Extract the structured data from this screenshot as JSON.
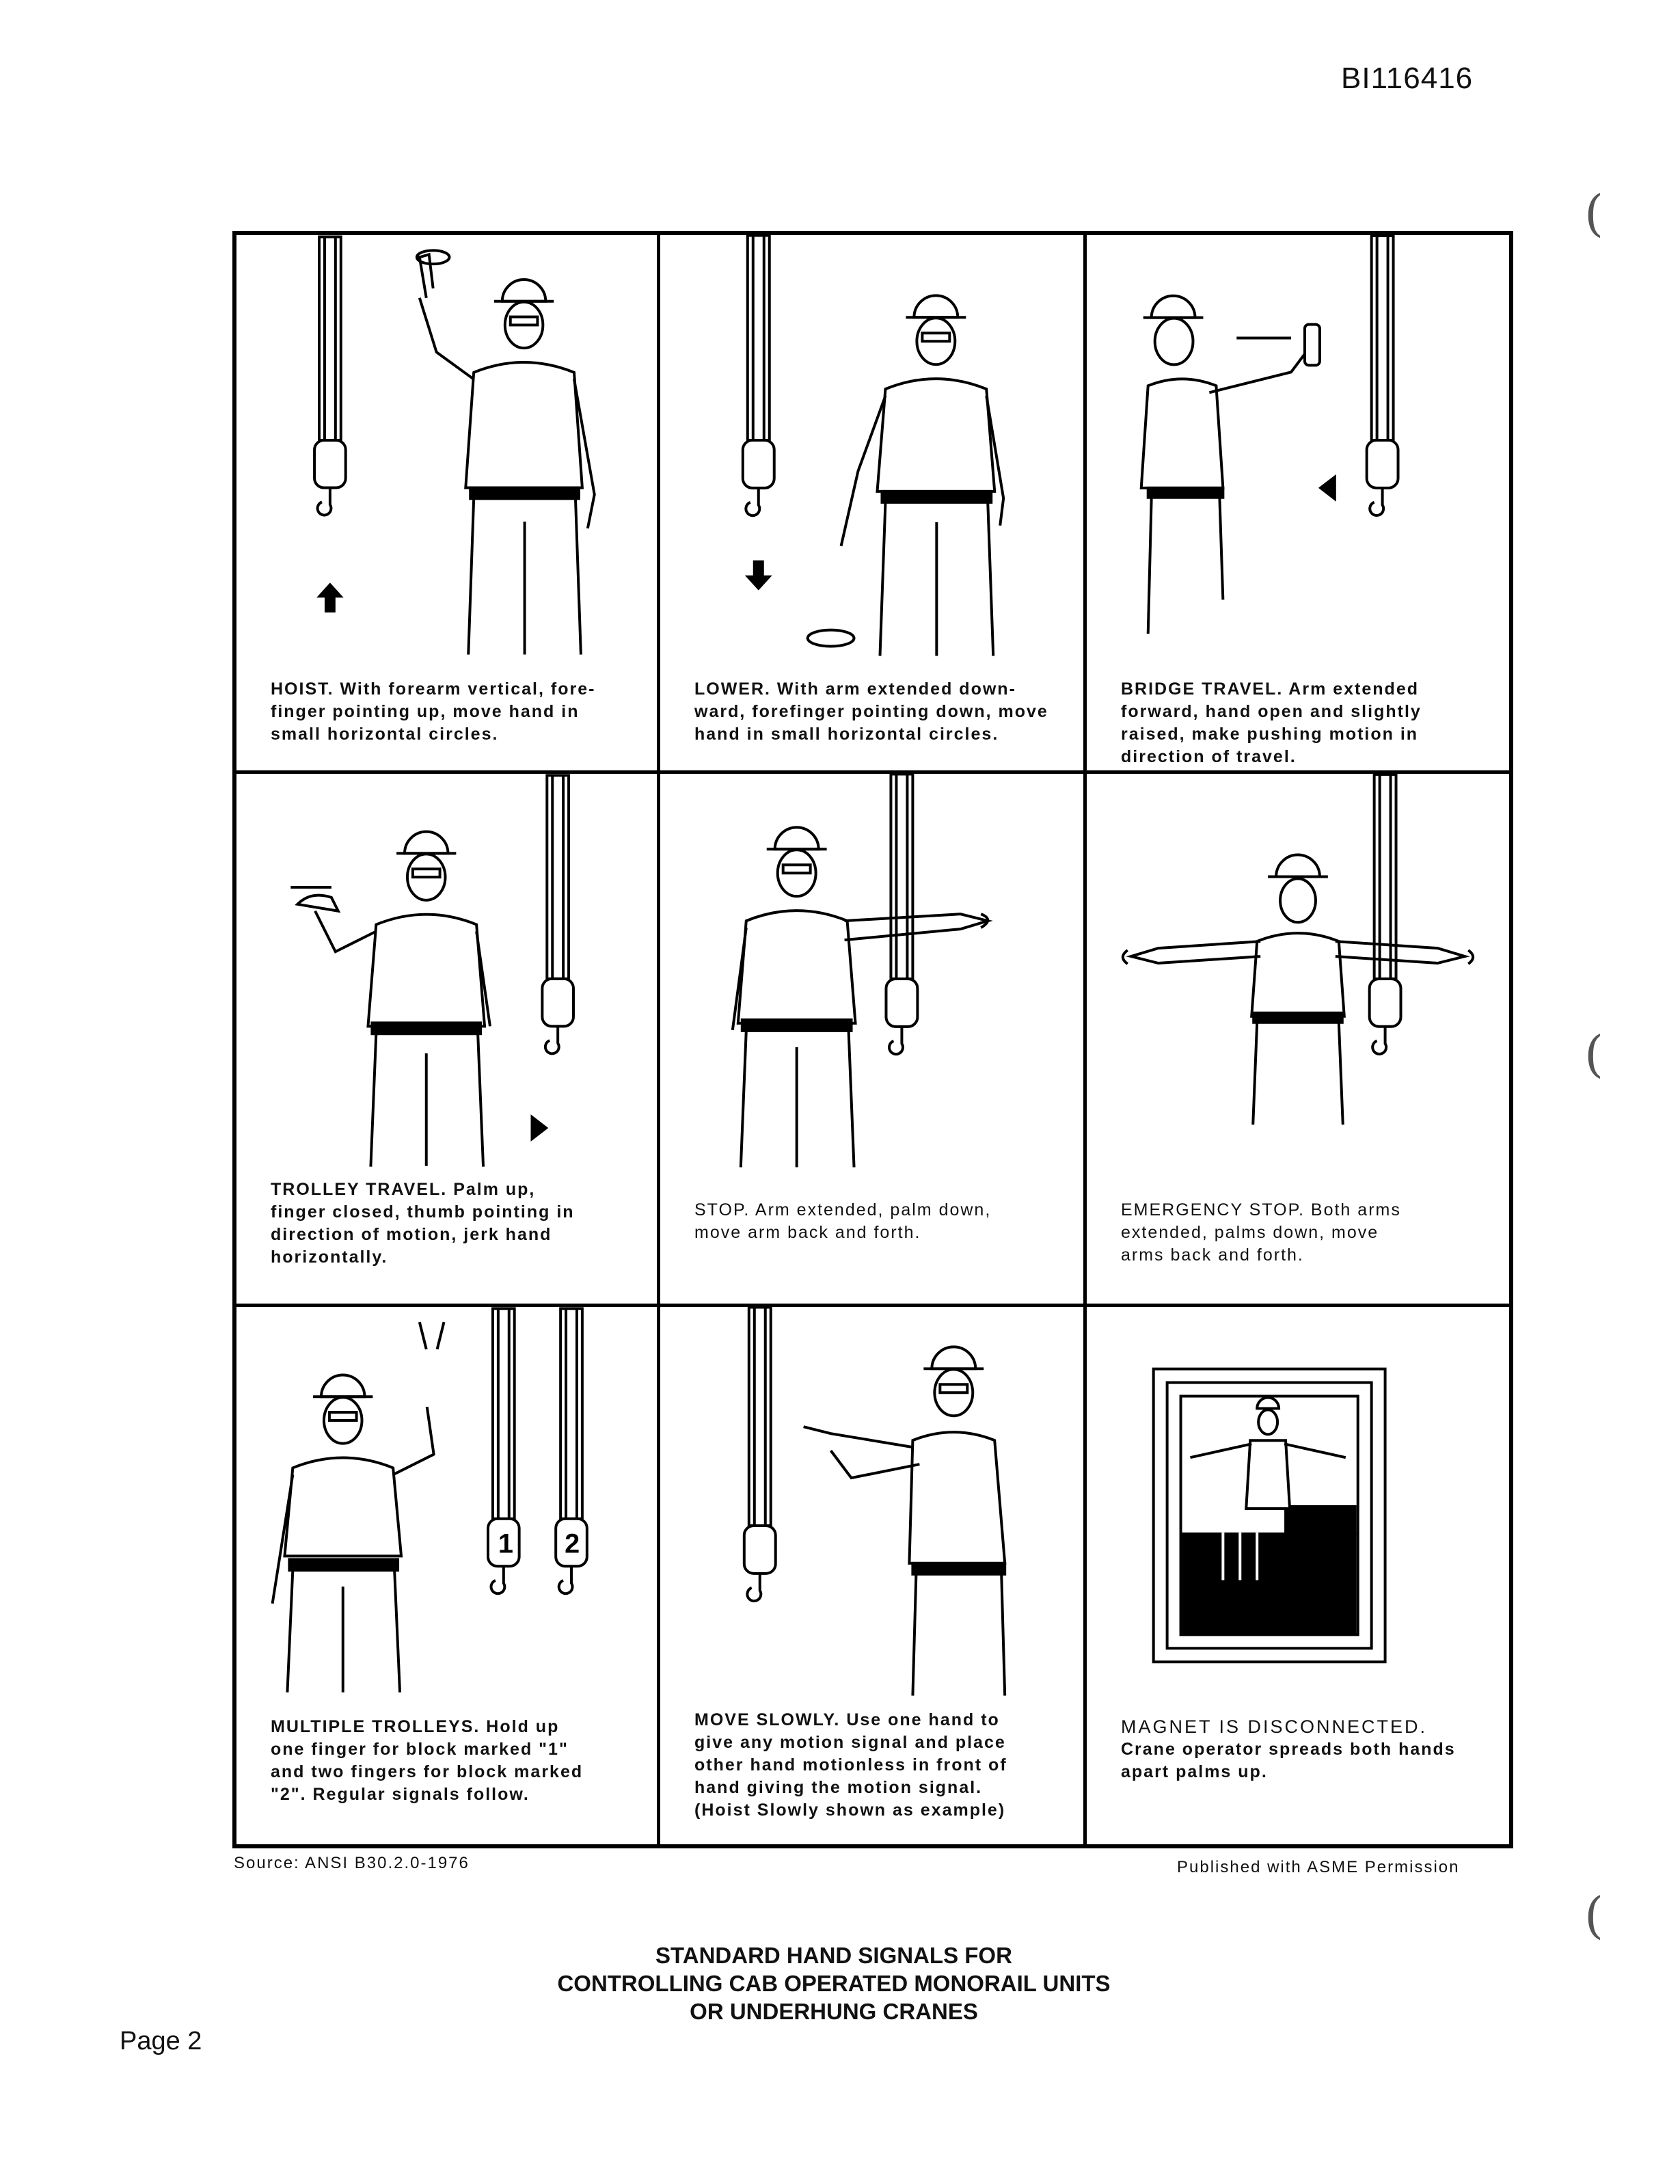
{
  "header": {
    "doc_id": "BI116416"
  },
  "signals": [
    {
      "title": "HOIST.",
      "description": "With forearm vertical, fore-finger pointing up, move hand in small horizontal circles.",
      "lines": [
        "HOIST. With forearm vertical, fore-",
        "finger pointing up, move hand in",
        "small horizontal circles."
      ]
    },
    {
      "title": "LOWER.",
      "description": "With arm extended down-ward, forefinger pointing down, move hand in small horizontal circles.",
      "lines": [
        "LOWER. With arm extended down-",
        "ward, forefinger pointing down, move",
        "hand in small horizontal circles."
      ]
    },
    {
      "title": "BRIDGE TRAVEL.",
      "description": "Arm extended forward, hand open and slightly raised, make pushing motion in direction of travel.",
      "lines": [
        "BRIDGE TRAVEL. Arm extended",
        "forward, hand open and slightly",
        "raised, make pushing motion in",
        "direction of travel."
      ]
    },
    {
      "title": "TROLLEY TRAVEL.",
      "description": "Palm up, finger closed, thumb pointing in direction of motion, jerk hand horizontally.",
      "lines": [
        "TROLLEY TRAVEL. Palm up,",
        "finger closed, thumb pointing in",
        "direction of motion, jerk hand",
        "horizontally."
      ]
    },
    {
      "title": "STOP.",
      "description": "Arm extended, palm down, move arm back and forth.",
      "lines": [
        "STOP. Arm extended, palm down,",
        "move arm back and forth."
      ]
    },
    {
      "title": "EMERGENCY STOP.",
      "description": "Both arms extended, palms down, move arms back and forth.",
      "lines": [
        "EMERGENCY STOP. Both arms",
        "extended, palms down, move",
        "arms back and forth."
      ]
    },
    {
      "title": "MULTIPLE TROLLEYS.",
      "description": "Hold up one finger for block marked \"1\" and two fingers for block marked \"2\". Regular signals follow.",
      "lines": [
        "MULTIPLE TROLLEYS. Hold up",
        "one finger for block marked \"1\"",
        "and two fingers for block marked",
        "\"2\". Regular signals follow."
      ]
    },
    {
      "title": "MOVE SLOWLY.",
      "description": "Use one hand to give any motion signal and place other hand motionless in front of hand giving the motion signal. (Hoist Slowly shown as example)",
      "lines": [
        "MOVE SLOWLY. Use one hand to",
        "give any motion signal and place",
        "other hand motionless in front of",
        "hand giving the motion signal.",
        "(Hoist Slowly shown as example)"
      ]
    },
    {
      "title": "MAGNET IS DISCONNECTED.",
      "description": "Crane operator spreads both hands apart palms up.",
      "lines": [
        "MAGNET IS DISCONNECTED.",
        "Crane operator spreads both hands",
        "apart palms up."
      ]
    }
  ],
  "block_labels": [
    "1",
    "2"
  ],
  "footer": {
    "source": "Source: ANSI B30.2.0-1976",
    "published": "Published with ASME Permission",
    "title_lines": [
      "STANDARD HAND SIGNALS FOR",
      "CONTROLLING CAB OPERATED MONORAIL UNITS",
      "OR UNDERHUNG CRANES"
    ],
    "page": "Page 2"
  }
}
